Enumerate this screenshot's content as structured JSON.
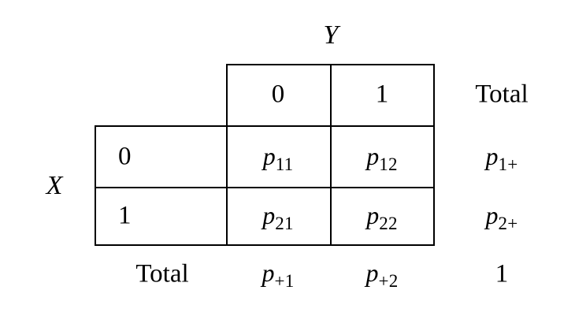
{
  "figure": {
    "kind": "contingency-table",
    "description": "2x2 joint probability contingency table for binary variables X and Y with marginal totals",
    "row_variable_label": "X",
    "column_variable_label": "Y",
    "total_label_column_header": "Total",
    "total_label_row_header": "Total",
    "column_headers": [
      "0",
      "1"
    ],
    "row_headers": [
      "0",
      "1"
    ],
    "cells": [
      [
        {
          "base": "p",
          "sub": "11"
        },
        {
          "base": "p",
          "sub": "12"
        }
      ],
      [
        {
          "base": "p",
          "sub": "21"
        },
        {
          "base": "p",
          "sub": "22"
        }
      ]
    ],
    "row_totals": [
      {
        "base": "p",
        "sub": "1+"
      },
      {
        "base": "p",
        "sub": "2+"
      }
    ],
    "column_totals": [
      {
        "base": "p",
        "sub": "+1"
      },
      {
        "base": "p",
        "sub": "+2"
      }
    ],
    "grand_total": "1",
    "colors": {
      "ink": "#000000",
      "background": "#ffffff"
    }
  }
}
